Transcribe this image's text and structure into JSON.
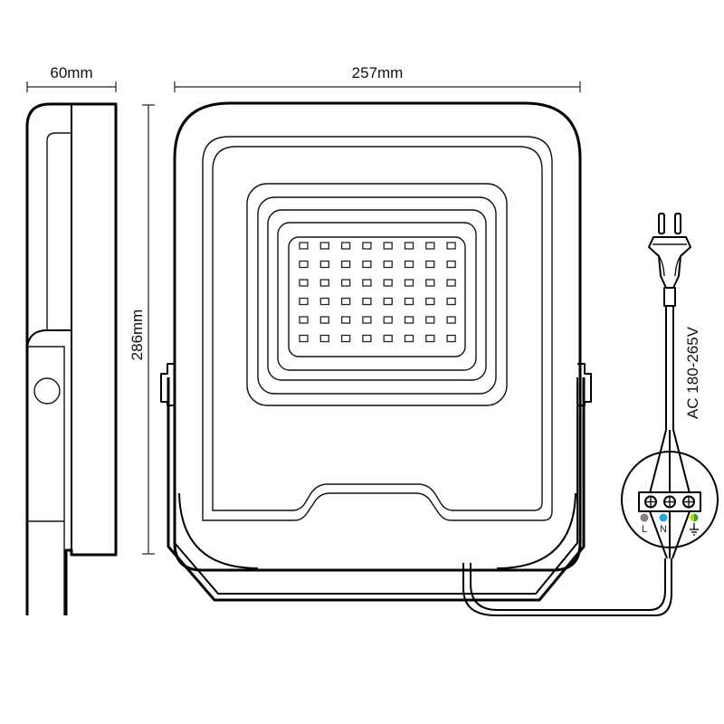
{
  "dimensions": {
    "depth": "60mm",
    "width": "257mm",
    "height": "286mm"
  },
  "power": {
    "voltage_label": "AC 180-265V"
  },
  "terminal_block": {
    "terminals": [
      {
        "label": "L",
        "color": "#8c7d75",
        "meaning": "live"
      },
      {
        "label": "N",
        "color": "#1ea7e1",
        "meaning": "neutral"
      },
      {
        "label": "⏚",
        "color": "#c9d400",
        "meaning": "earth"
      }
    ]
  },
  "led_array": {
    "rows": 6,
    "cols": 8
  },
  "views": [
    "side-view",
    "front-view",
    "wiring-diagram"
  ]
}
